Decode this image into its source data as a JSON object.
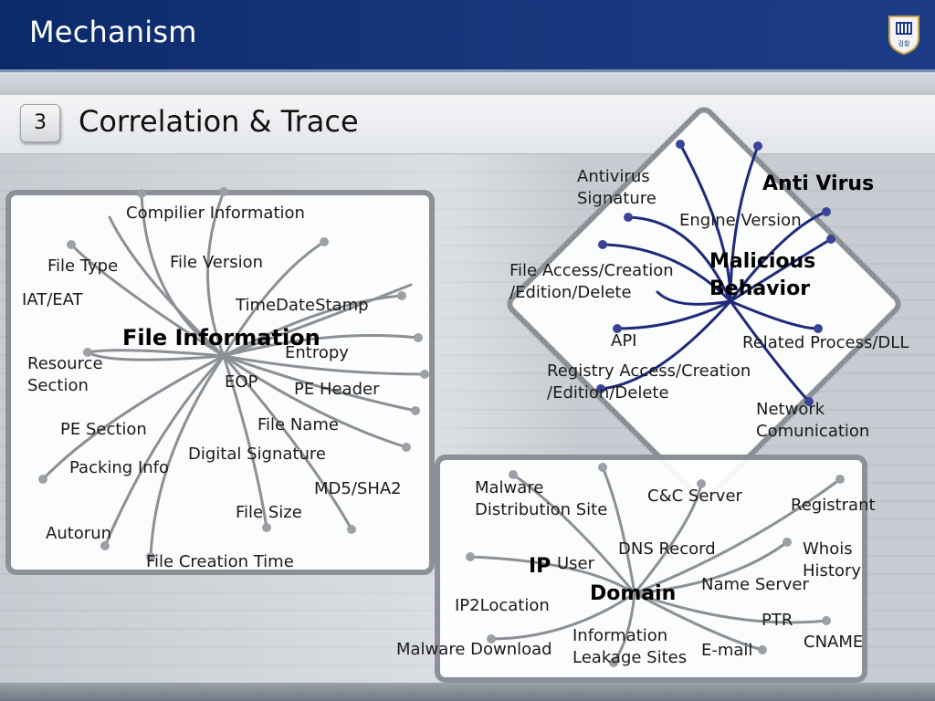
{
  "header": {
    "title": "Mechanism",
    "logo_text": "검찰"
  },
  "section": {
    "number": "3",
    "title": "Correlation & Trace"
  },
  "file_panel": {
    "hub": "File Information",
    "labels": [
      "Compilier Information",
      "File Type",
      "File Version",
      "IAT/EAT",
      "TimeDateStamp",
      "Entropy",
      "Resource\nSection",
      "EOP",
      "PE Header",
      "PE Section",
      "File Name",
      "Digital Signature",
      "Packing Info",
      "MD5/SHA2",
      "File Size",
      "Autorun",
      "File Creation Time"
    ]
  },
  "behavior_panel": {
    "hub": "Malicious\nBehavior",
    "anti_virus": "Anti Virus",
    "labels": [
      "Antivirus\nSignature",
      "Engine Version",
      "File Access/Creation\n/Edition/Delete",
      "API",
      "Related Process/DLL",
      "Registry Access/Creation\n/Edition/Delete",
      "Network\nComunication"
    ]
  },
  "network_panel": {
    "ip": "IP",
    "domain": "Domain",
    "labels": [
      "Malware\nDistribution Site",
      "C&C Server",
      "Registrant",
      "DNS Record",
      "User",
      "Whois\nHistory",
      "Name Server",
      "IP2Location",
      "PTR",
      "Information\nLeakage Sites",
      "Malware Download",
      "E-mail",
      "CNAME"
    ]
  },
  "colors": {
    "header": "#16347a",
    "line_grey": "#8a9096",
    "line_blue": "#1f2a7a"
  }
}
